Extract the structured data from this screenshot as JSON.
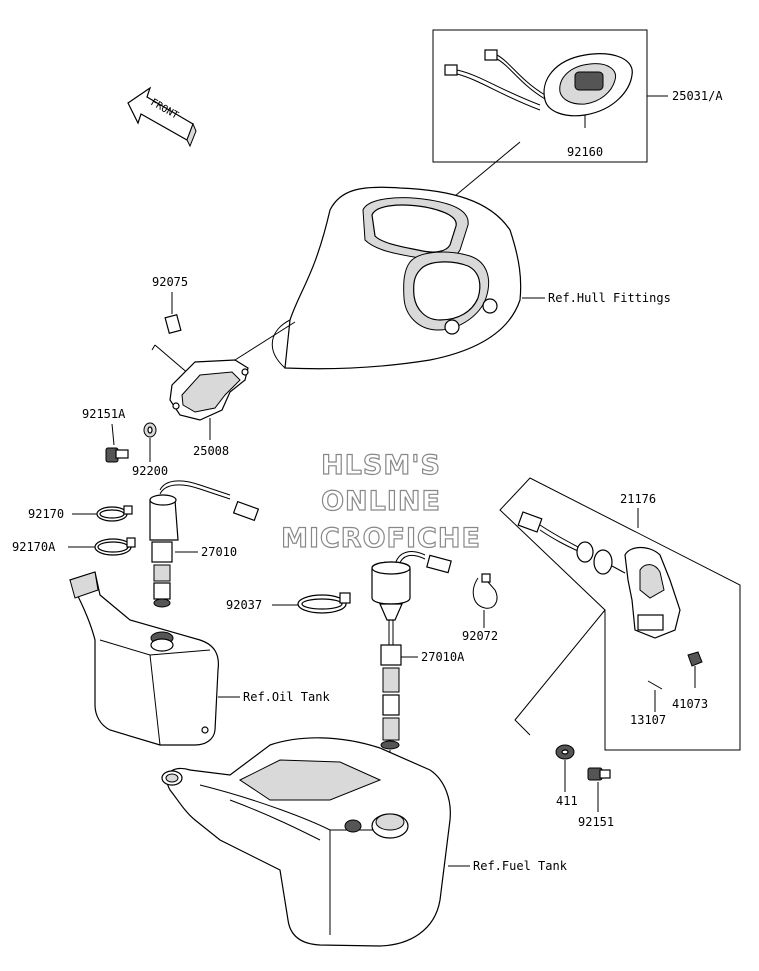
{
  "direction_arrow": {
    "text": "FRONT"
  },
  "watermark": {
    "line1": "HLSM'S",
    "line2": "ONLINE",
    "line3": "MICROFICHE"
  },
  "labels": {
    "p25031a": "25031/A",
    "p92160": "92160",
    "hull_fittings": "Ref.Hull Fittings",
    "p92075": "92075",
    "p92151a": "92151A",
    "p92200": "92200",
    "p25008": "25008",
    "p92170": "92170",
    "p92170a": "92170A",
    "p27010": "27010",
    "p21176": "21176",
    "p92037": "92037",
    "p92072": "92072",
    "p27010a": "27010A",
    "oil_tank": "Ref.Oil Tank",
    "p41073": "41073",
    "p13107": "13107",
    "p411": "411",
    "p92151": "92151",
    "fuel_tank": "Ref.Fuel Tank"
  }
}
